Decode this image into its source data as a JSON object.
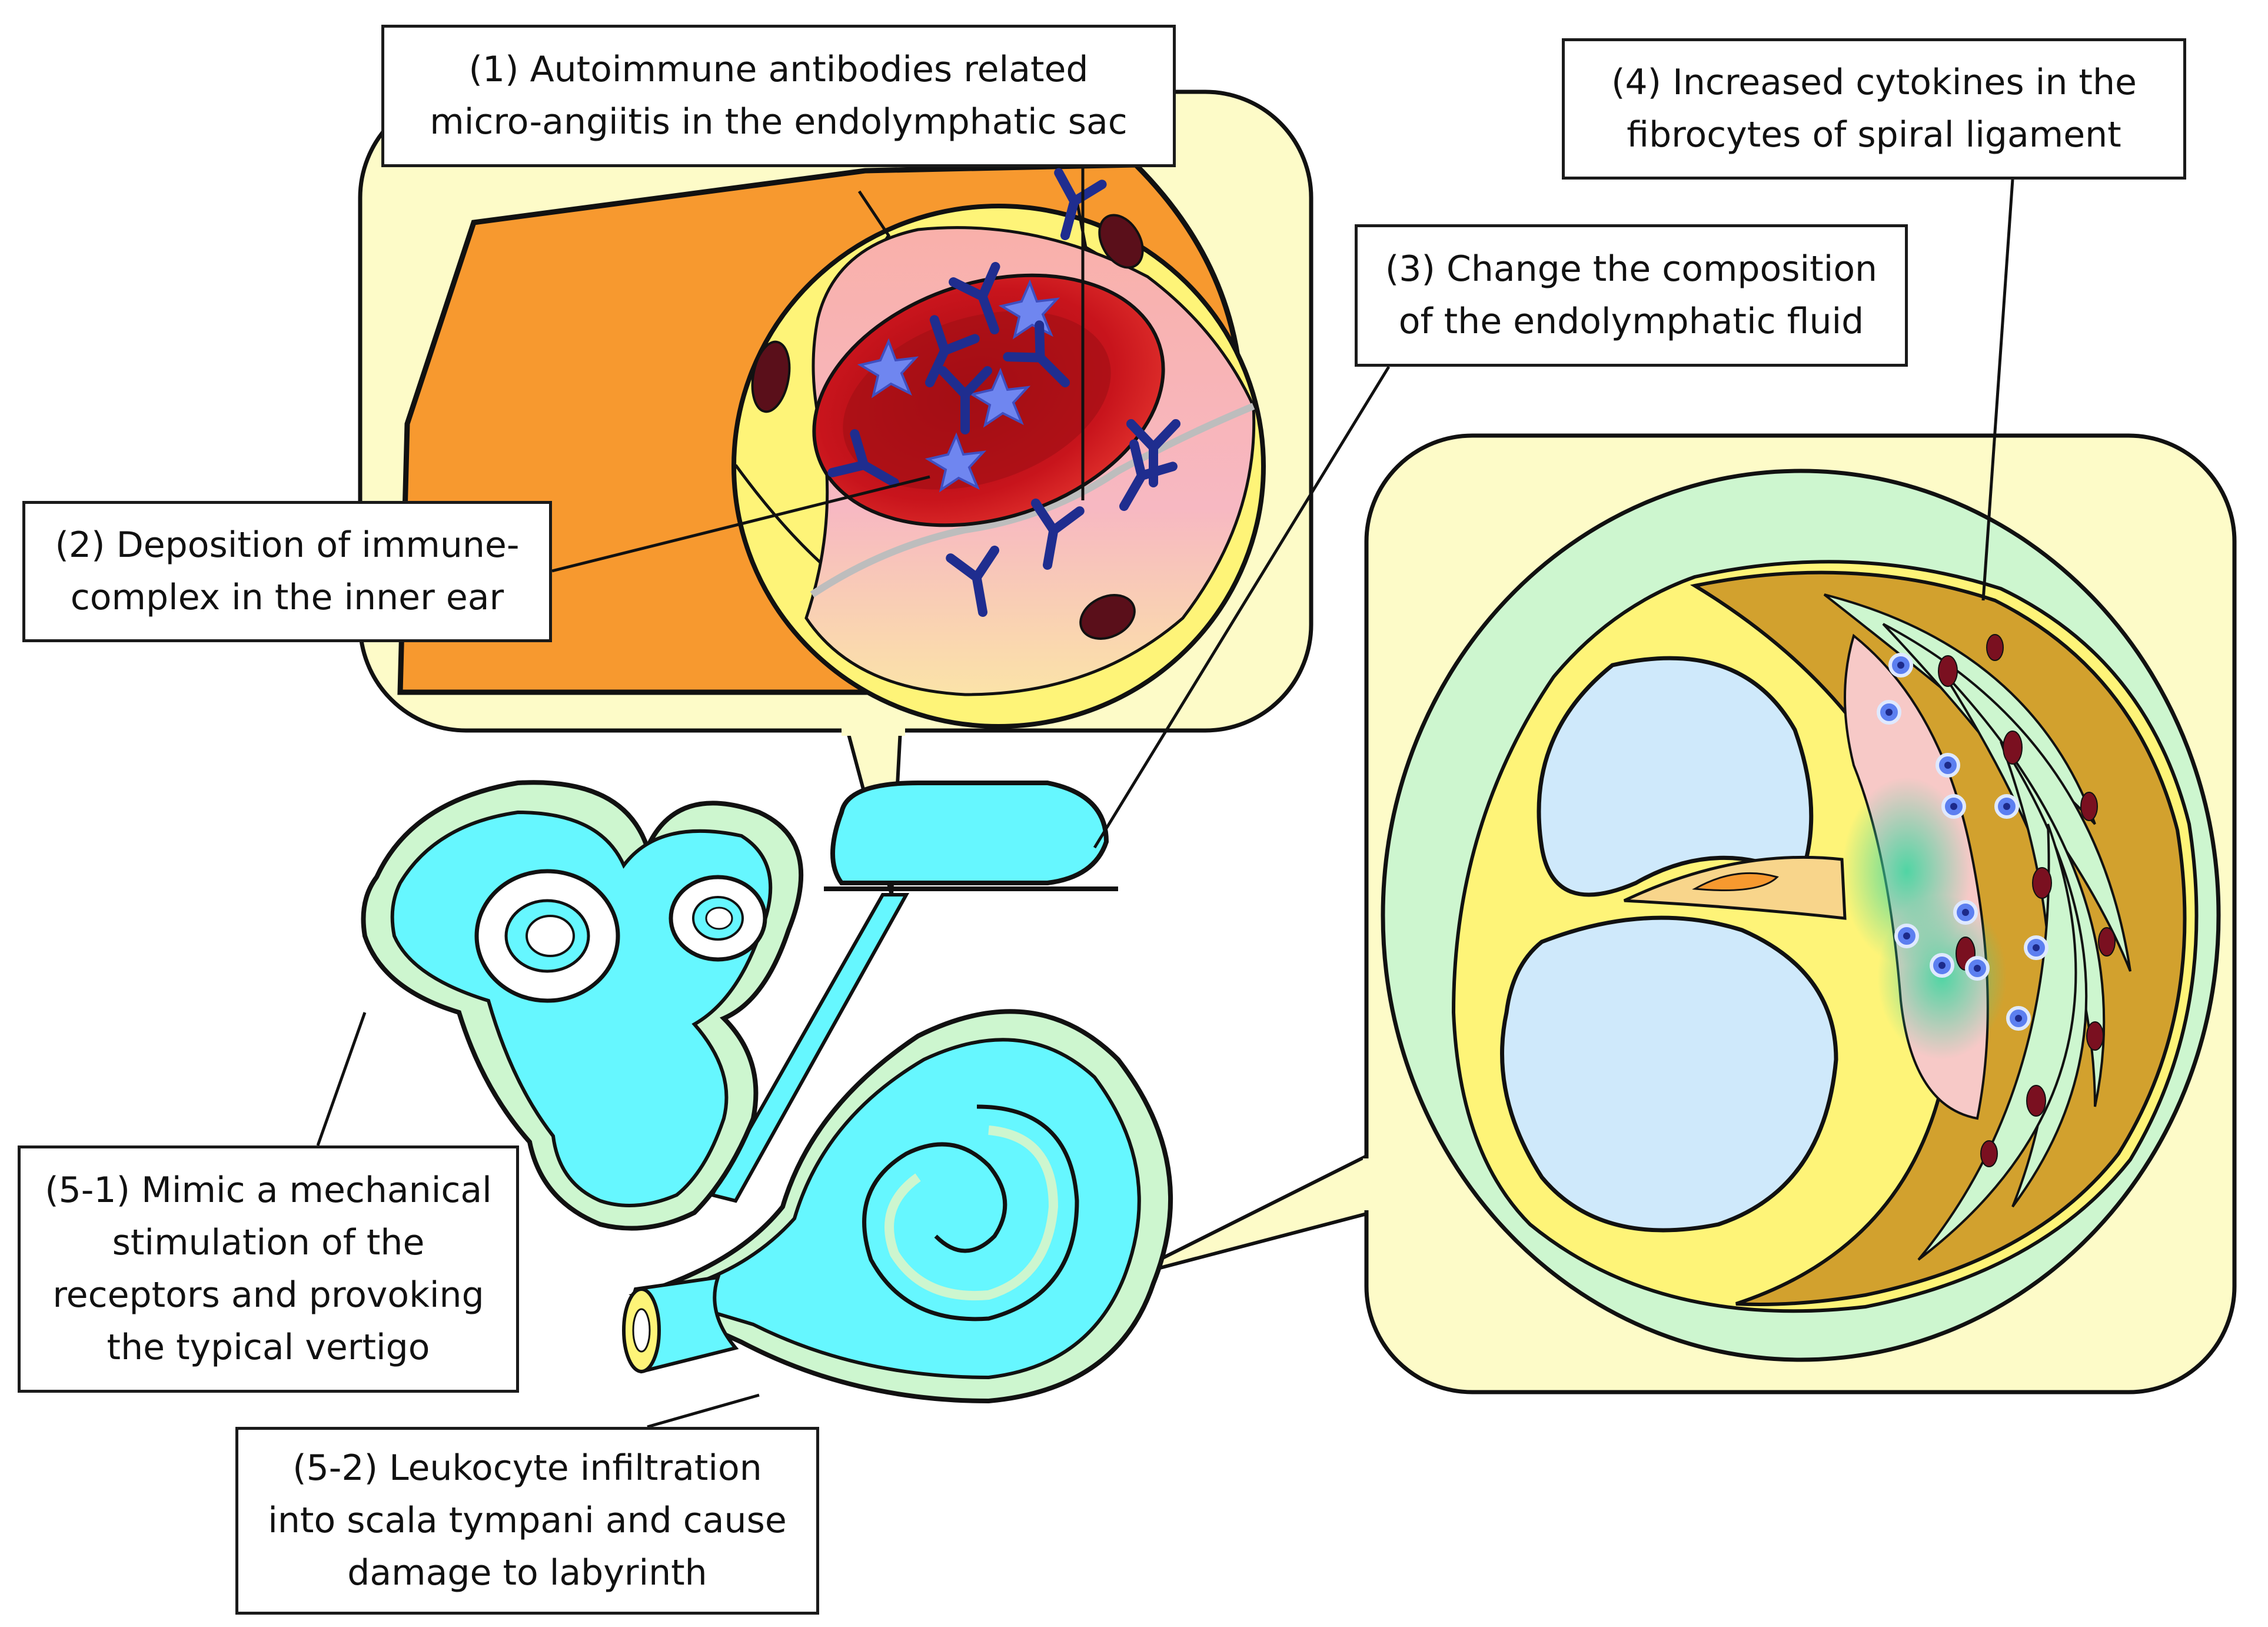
{
  "labels": {
    "l1": [
      "(1) Autoimmune antibodies related",
      "micro-angiitis in the endolymphatic sac"
    ],
    "l2": [
      "(2) Deposition of immune-",
      "complex in the inner ear"
    ],
    "l3": [
      "(3) Change the composition",
      "of the endolymphatic fluid"
    ],
    "l4": [
      "(4) Increased cytokines in the",
      "fibrocytes of spiral ligament"
    ],
    "l51": [
      "(5-1) Mimic a mechanical",
      "stimulation of the",
      "receptors and provoking",
      "the typical vertigo"
    ],
    "l52": [
      "(5-2) Leukocyte infiltration",
      "into scala tympani and cause",
      "damage to labyrinth"
    ]
  },
  "colors": {
    "callout_fill": "#fdfbc8",
    "outline": "#111111",
    "vessel_orange": "#f7992f",
    "vessel_wall_yellow": "#fef478",
    "blood_red": "#c8141c",
    "tissue_pink": "#f6a8a0",
    "antibody_blue": "#1f2d8f",
    "antigen_star": "#6f86f0",
    "labyrinth_cyan": "#66f7ff",
    "membrane_mint": "#cdf6cf",
    "scala_blue": "#cfe9fb",
    "ligament_gold": "#d2a12e",
    "cell_maroon": "#5a0f1a",
    "nucleus_dark": "#4a0d16"
  }
}
